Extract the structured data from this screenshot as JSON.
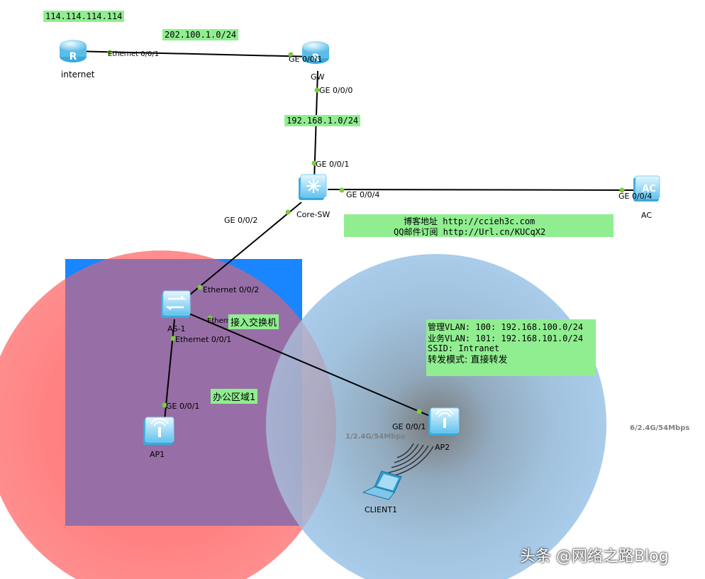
{
  "colors": {
    "link_dot": "#7ccd3c",
    "label_bg": "#90ee90",
    "office_zone": "#0078ff",
    "ap1_coverage": "#ff5555",
    "ap2_coverage": "#6fa8dc"
  },
  "subnets": {
    "internet_ip": "114.114.114.114",
    "wan": "202.100.1.0/24",
    "lan": "192.168.1.0/24"
  },
  "devices": {
    "internet": "internet",
    "gw": "GW",
    "core": "Core-SW",
    "ac": "AC",
    "as1": "AS-1",
    "ap1": "AP1",
    "ap2": "AP2",
    "client": "CLIENT1"
  },
  "ports": {
    "internet_e001": "Ethernet 0/0/1",
    "gw_ge001": "GE 0/0/1",
    "gw_ge000": "GE 0/0/0",
    "core_ge001": "GE 0/0/1",
    "core_ge004": "GE 0/0/4",
    "ac_ge004": "GE 0/0/4",
    "core_ge002": "GE 0/0/2",
    "as1_e002": "Ethernet 0/0/2",
    "as1_e003": "Ethernet 0/0/3",
    "as1_e001": "Ethernet 0/0/1",
    "ap1_ge001": "GE 0/0/1",
    "ap2_ge001": "GE 0/0/1"
  },
  "blog": {
    "line1": "博客地址 http://ccieh3c.com",
    "line2": "QQ邮件订阅 http://Url.cn/KUCqX2"
  },
  "access_switch_label": "接入交换机",
  "office_area_label": "办公区域1",
  "wlan_info": {
    "mgmt": "管理VLAN: 100: 192.168.100.0/24",
    "service": "业务VLAN: 101: 192.168.101.0/24",
    "ssid": "SSID: Intranet",
    "forward": "转发模式: 直接转发"
  },
  "radio": {
    "ap1_channel": "1/2.4G/54Mbps",
    "ap2_channel": "6/2.4G/54Mbps"
  },
  "watermark": "头条 @网络之路Blog"
}
